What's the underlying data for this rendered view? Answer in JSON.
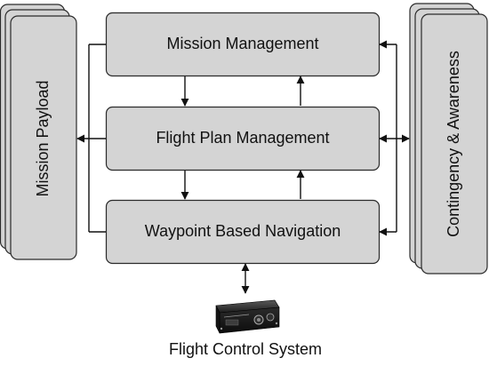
{
  "blocks": {
    "mission_management": "Mission Management",
    "flight_plan_management": "Flight Plan Management",
    "waypoint_navigation": "Waypoint Based Navigation",
    "mission_payload": "Mission Payload",
    "contingency_awareness": "Contingency & Awareness"
  },
  "device": {
    "label": "Flight Control System",
    "icon": "flight-control-box-icon"
  },
  "colors": {
    "block_fill": "#d4d4d4",
    "block_stroke": "#2a2a2a",
    "arrow": "#111111",
    "background": "#ffffff"
  }
}
